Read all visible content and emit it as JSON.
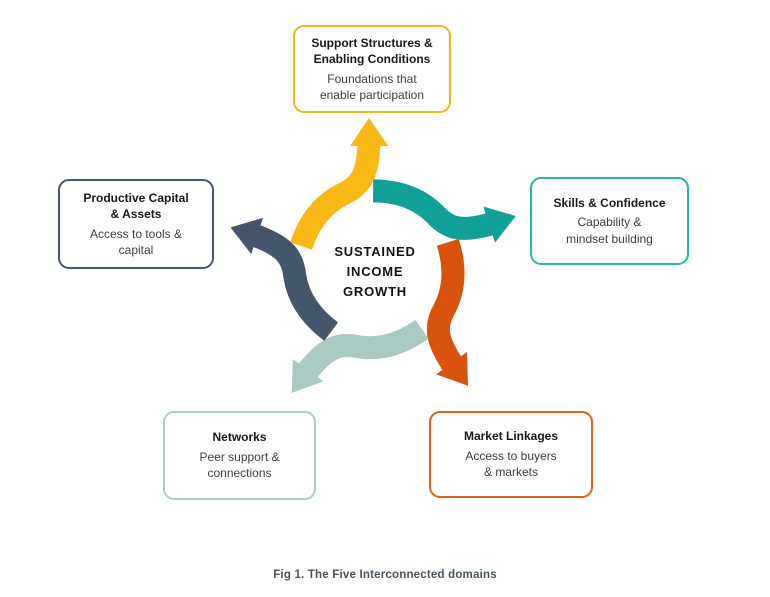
{
  "figure": {
    "center_label": "SUSTAINED\nINCOME\nGROWTH",
    "caption": "Fig 1. The Five Interconnected domains",
    "caption_color": "#47545f",
    "domains": [
      {
        "id": "support-structures",
        "title": "Support Structures &\nEnabling Conditions",
        "subtitle": "Foundations that\nenable participation",
        "border_color": "#f5b31c",
        "position": "top"
      },
      {
        "id": "skills-confidence",
        "title": "Skills & Confidence",
        "subtitle": "Capability &\nmindset building",
        "border_color": "#2bb3ae",
        "position": "right"
      },
      {
        "id": "productive-capital",
        "title": "Productive Capital\n& Assets",
        "subtitle": "Access to tools &\ncapital",
        "border_color": "#44566b",
        "position": "left"
      },
      {
        "id": "networks",
        "title": "Networks",
        "subtitle": "Peer support &\nconnections",
        "border_color": "#aaccc8",
        "position": "bottom-left"
      },
      {
        "id": "market-linkages",
        "title": "Market Linkages",
        "subtitle": "Access to buyers\n& markets",
        "border_color": "#e2611a",
        "position": "bottom-right"
      }
    ],
    "arrows": [
      {
        "name": "arrow-to-support-structures",
        "color": "#f9b914",
        "rotation_deg": 0
      },
      {
        "name": "arrow-to-skills-confidence",
        "color": "#10a098",
        "rotation_deg": 72
      },
      {
        "name": "arrow-to-market-linkages",
        "color": "#d7530e",
        "rotation_deg": 144
      },
      {
        "name": "arrow-to-networks",
        "color": "#a9c9c3",
        "rotation_deg": 216
      },
      {
        "name": "arrow-to-productive-capital",
        "color": "#45566b",
        "rotation_deg": 288
      }
    ]
  }
}
